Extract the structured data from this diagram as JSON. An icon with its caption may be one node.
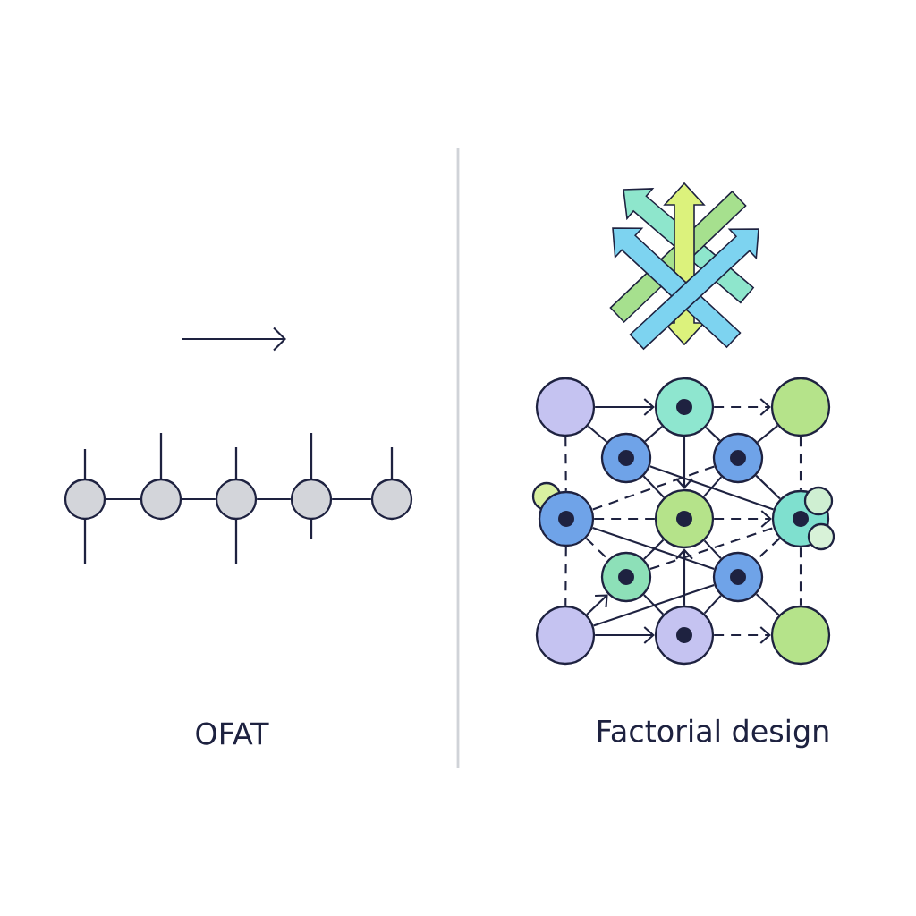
{
  "diagram": {
    "nodes": [
      {
        "text": [],
        "shape": "circle"
      },
      {
        "text": [],
        "shape": "circle"
      },
      {
        "text": [],
        "shape": "circle"
      },
      {
        "text": [],
        "shape": "circle"
      },
      {
        "text": [],
        "shape": "circle"
      },
      {
        "text": [],
        "shape": "circle"
      },
      {
        "text": [],
        "shape": "circle"
      },
      {
        "text": [],
        "shape": "circle"
      },
      {
        "text": [],
        "shape": "circle"
      },
      {
        "text": [],
        "shape": "circle"
      },
      {
        "text": [],
        "shape": "circle"
      },
      {
        "text": [],
        "shape": "circle"
      },
      {
        "text": [],
        "shape": "circle"
      },
      {
        "text": [],
        "shape": "circle"
      },
      {
        "text": [],
        "shape": "circle"
      },
      {
        "text": [],
        "shape": "circle"
      },
      {
        "text": [],
        "shape": "circle"
      },
      {
        "text": [],
        "shape": "circle"
      },
      {
        "text": [],
        "shape": "circle"
      },
      {
        "text": [],
        "shape": "circle"
      },
      {
        "text": [],
        "shape": "circle"
      }
    ],
    "edges": [
      {
        "from": 0,
        "to": 1,
        "arrow": "none"
      },
      {
        "from": 1,
        "to": 2,
        "arrow": "none"
      },
      {
        "from": 2,
        "to": 3,
        "arrow": "none"
      },
      {
        "from": 3,
        "to": 4,
        "arrow": "none"
      },
      {
        "from": 5,
        "to": 6,
        "arrow": "to"
      },
      {
        "from": 6,
        "to": 7,
        "arrow": "to",
        "style": "dashed"
      },
      {
        "from": 18,
        "to": 19,
        "arrow": "to"
      },
      {
        "from": 19,
        "to": 20,
        "arrow": "to",
        "style": "dashed"
      },
      {
        "from": 11,
        "to": 12,
        "arrow": "none",
        "style": "dashed"
      },
      {
        "from": 12,
        "to": 13,
        "arrow": "to",
        "style": "dashed"
      },
      {
        "from": 5,
        "to": 11,
        "arrow": "none",
        "style": "dashed"
      },
      {
        "from": 11,
        "to": 18,
        "arrow": "none",
        "style": "dashed"
      },
      {
        "from": 7,
        "to": 13,
        "arrow": "none",
        "style": "dashed"
      },
      {
        "from": 13,
        "to": 20,
        "arrow": "none",
        "style": "dashed"
      },
      {
        "from": 5,
        "to": 8,
        "arrow": "none"
      },
      {
        "from": 7,
        "to": 9,
        "arrow": "none"
      },
      {
        "from": 6,
        "to": 12,
        "arrow": "to"
      },
      {
        "from": 19,
        "to": 12,
        "arrow": "to"
      },
      {
        "from": 6,
        "to": 8,
        "arrow": "none"
      },
      {
        "from": 6,
        "to": 9,
        "arrow": "none"
      },
      {
        "from": 8,
        "to": 13,
        "arrow": "none"
      },
      {
        "from": 8,
        "to": 12,
        "arrow": "none"
      },
      {
        "from": 9,
        "to": 12,
        "arrow": "none"
      },
      {
        "from": 9,
        "to": 11,
        "arrow": "none",
        "style": "dashed"
      },
      {
        "from": 18,
        "to": 16,
        "arrow": "to"
      },
      {
        "from": 18,
        "to": 17,
        "arrow": "none"
      },
      {
        "from": 16,
        "to": 19,
        "arrow": "none"
      },
      {
        "from": 17,
        "to": 19,
        "arrow": "none"
      },
      {
        "from": 17,
        "to": 20,
        "arrow": "none"
      },
      {
        "from": 16,
        "to": 13,
        "arrow": "none",
        "style": "dashed"
      },
      {
        "from": 11,
        "to": 16,
        "arrow": "none",
        "style": "dashed"
      },
      {
        "from": 11,
        "to": 17,
        "arrow": "none"
      },
      {
        "from": 12,
        "to": 16,
        "arrow": "none"
      },
      {
        "from": 12,
        "to": 17,
        "arrow": "none"
      },
      {
        "from": 9,
        "to": 13,
        "arrow": "none"
      },
      {
        "from": 13,
        "to": 17,
        "arrow": "none",
        "style": "dashed"
      }
    ],
    "labels": [
      "OFAT",
      "Factorial design"
    ]
  }
}
